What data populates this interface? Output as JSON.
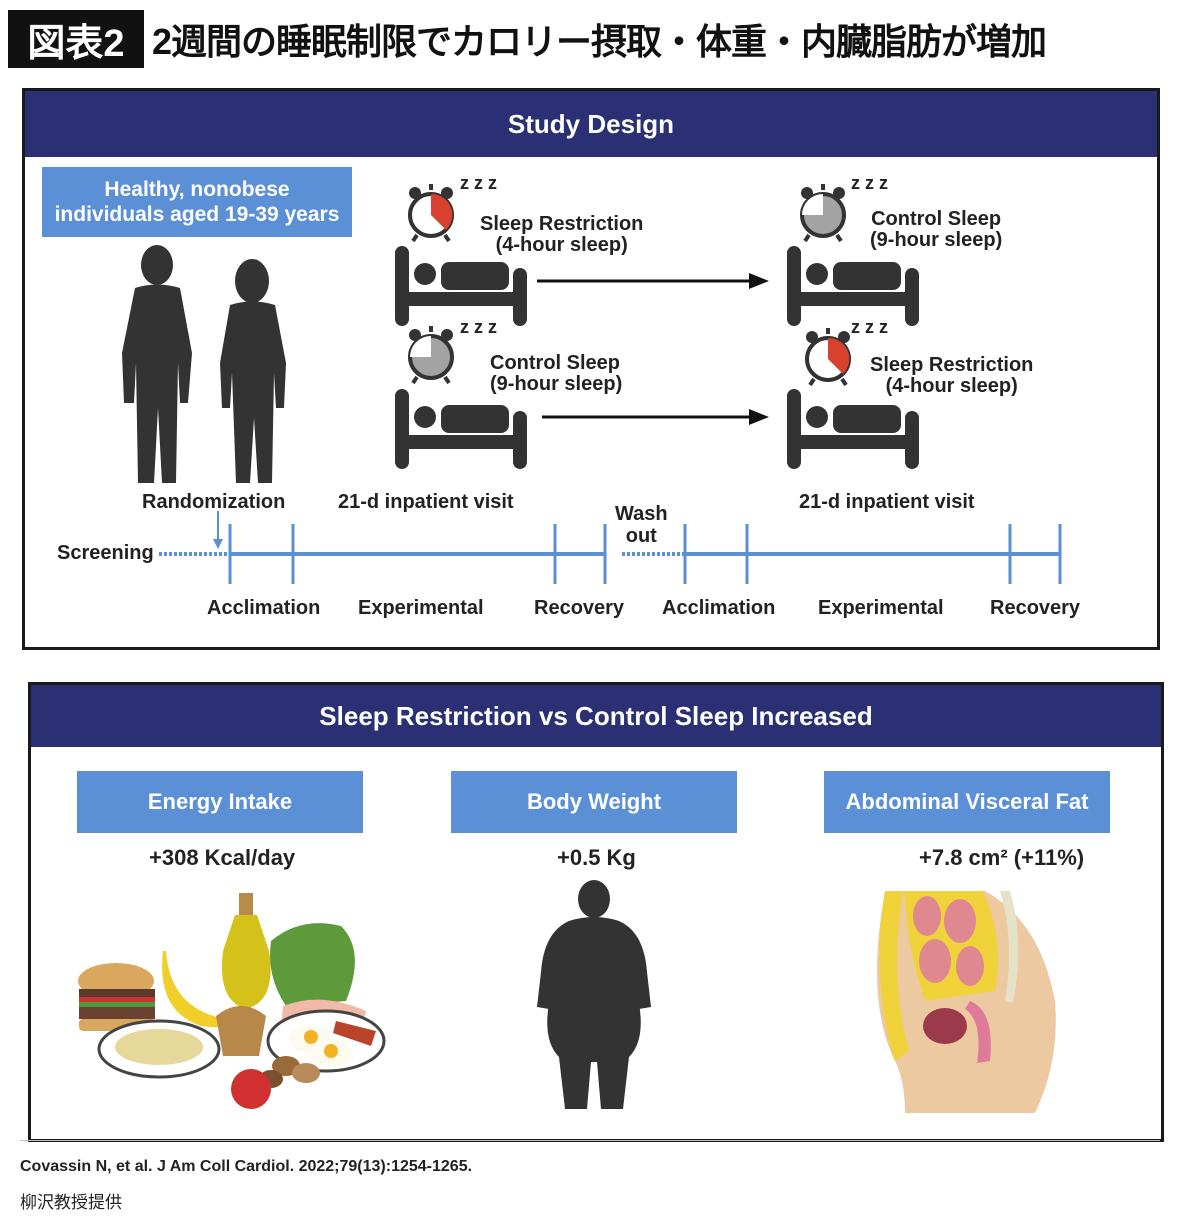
{
  "figure": {
    "badge": "図表2",
    "title": "2週間の睡眠制限でカロリー摂取・体重・内臓脂肪が増加"
  },
  "study_design": {
    "header": "Study Design",
    "population": [
      "Healthy, nonobese",
      "individuals aged 19-39 years"
    ],
    "arm_a": {
      "first": {
        "name": "Sleep Restriction",
        "detail": "(4-hour sleep)",
        "clock": "red-clock-icon"
      },
      "second": {
        "name": "Control Sleep",
        "detail": "(9-hour sleep)",
        "clock": "gray-clock-icon"
      }
    },
    "arm_b": {
      "first": {
        "name": "Control Sleep",
        "detail": "(9-hour sleep)",
        "clock": "gray-clock-icon"
      },
      "second": {
        "name": "Sleep Restriction",
        "detail": "(4-hour sleep)",
        "clock": "red-clock-icon"
      }
    },
    "zzz": "z z z",
    "timeline": {
      "screening": "Screening",
      "randomization": "Randomization",
      "visit1": "21-d inpatient visit",
      "washout": [
        "Wash",
        "out"
      ],
      "visit2": "21-d inpatient visit",
      "phases": [
        "Acclimation",
        "Experimental",
        "Recovery",
        "Acclimation",
        "Experimental",
        "Recovery"
      ]
    },
    "colors": {
      "band": "#2b2f74",
      "box": "#5b8fd6",
      "timeline": "#5b8fd6",
      "restriction": "#d9412f",
      "control": "#a3a3a3",
      "icon": "#333333"
    }
  },
  "results": {
    "header": "Sleep Restriction vs Control Sleep Increased",
    "outcomes": [
      {
        "label": "Energy Intake",
        "value": "+308 Kcal/day",
        "image": "food-illustration"
      },
      {
        "label": "Body Weight",
        "value": "+0.5 Kg",
        "image": "obese-silhouette"
      },
      {
        "label": "Abdominal Visceral Fat",
        "value": "+7.8 cm² (+11%)",
        "image": "abdomen-cross-section"
      }
    ]
  },
  "citation": "Covassin N, et al. J Am Coll Cardiol. 2022;79(13):1254-1265.",
  "credit": "柳沢教授提供"
}
